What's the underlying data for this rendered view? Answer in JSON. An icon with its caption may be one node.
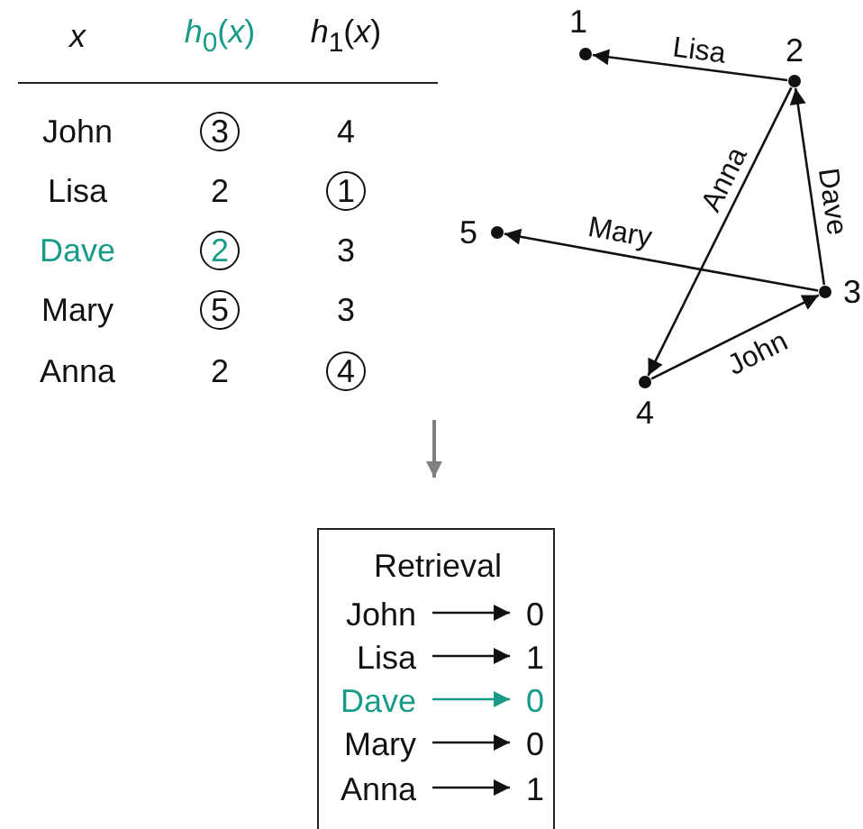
{
  "diagram": {
    "nodes": [
      {
        "text": [
          "3"
        ]
      },
      {
        "text": [
          "1"
        ]
      },
      {
        "text": [
          "2"
        ]
      },
      {
        "text": [
          "5"
        ]
      },
      {
        "text": [
          "4"
        ]
      },
      {
        "text": [],
        "shape": "circle",
        "beside": [
          "1"
        ]
      },
      {
        "text": [],
        "shape": "circle",
        "beside": [
          "2"
        ]
      },
      {
        "text": [],
        "shape": "circle",
        "beside": [
          "5"
        ]
      },
      {
        "text": [],
        "shape": "circle",
        "beside": [
          "3"
        ]
      },
      {
        "text": [],
        "shape": "circle",
        "beside": [
          "4"
        ]
      },
      {
        "text": [
          "Retrieval"
        ]
      },
      {
        "text": [
          "John"
        ],
        "in": 10
      },
      {
        "text": [
          "0"
        ],
        "in": 10
      },
      {
        "text": [
          "Lisa"
        ],
        "in": 10
      },
      {
        "text": [
          "1"
        ],
        "in": 10
      },
      {
        "text": [
          "Dave"
        ],
        "in": 10
      },
      {
        "text": [
          "0"
        ],
        "in": 10
      },
      {
        "text": [
          "Mary"
        ],
        "in": 10
      },
      {
        "text": [
          "0"
        ],
        "in": 10
      },
      {
        "text": [
          "Anna"
        ],
        "in": 10
      },
      {
        "text": [
          "1"
        ],
        "in": 10
      }
    ],
    "edges": [
      {
        "from": 6,
        "to": 5,
        "arrow": "to",
        "label": "Lisa"
      },
      {
        "from": 6,
        "to": 9,
        "arrow": "to",
        "label": "Anna"
      },
      {
        "from": 8,
        "to": 6,
        "arrow": "to",
        "label": "Dave"
      },
      {
        "from": 8,
        "to": 7,
        "arrow": "to",
        "label": "Mary"
      },
      {
        "from": 9,
        "to": 8,
        "arrow": "to",
        "label": "John"
      },
      {
        "from": null,
        "to": 10,
        "arrow": "to",
        "color": "#808080"
      },
      {
        "from": 11,
        "to": 12,
        "arrow": "to"
      },
      {
        "from": 13,
        "to": 14,
        "arrow": "to"
      },
      {
        "from": 15,
        "to": 16,
        "arrow": "to",
        "color": "#189b88"
      },
      {
        "from": 17,
        "to": 18,
        "arrow": "to"
      },
      {
        "from": 19,
        "to": 20,
        "arrow": "to"
      }
    ],
    "labels": [
      "x",
      "*h*$_{0}$(*x*)",
      "*h*$_{1}$(*x*)",
      "John",
      "4",
      "Lisa",
      "2",
      "Dave",
      "3",
      "Mary",
      "3",
      "Anna",
      "2"
    ]
  }
}
